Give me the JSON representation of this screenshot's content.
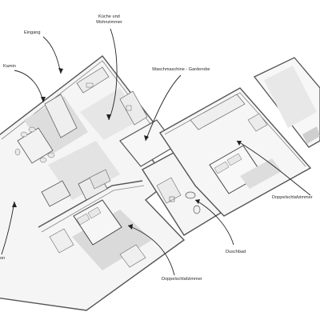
{
  "labels": {
    "kueche_line1": "Küche und",
    "kueche_line2": "Wohnzimmer",
    "eingang": "Eingang",
    "kamin": "Kamin",
    "waschmaschine": "Waschmaschine - Garderobe",
    "doppelschlafzimmer_right": "Doppelschlafzimmer",
    "duschbad": "Duschbad",
    "doppelschlafzimmer_bottom": "Doppelschlafzimmer",
    "cut_left": "on"
  },
  "colors": {
    "wall": "#555555",
    "floor": "#f4f4f4",
    "shadow": "#d9d9d9",
    "leader": "#222222",
    "text": "#2a2a2a"
  }
}
